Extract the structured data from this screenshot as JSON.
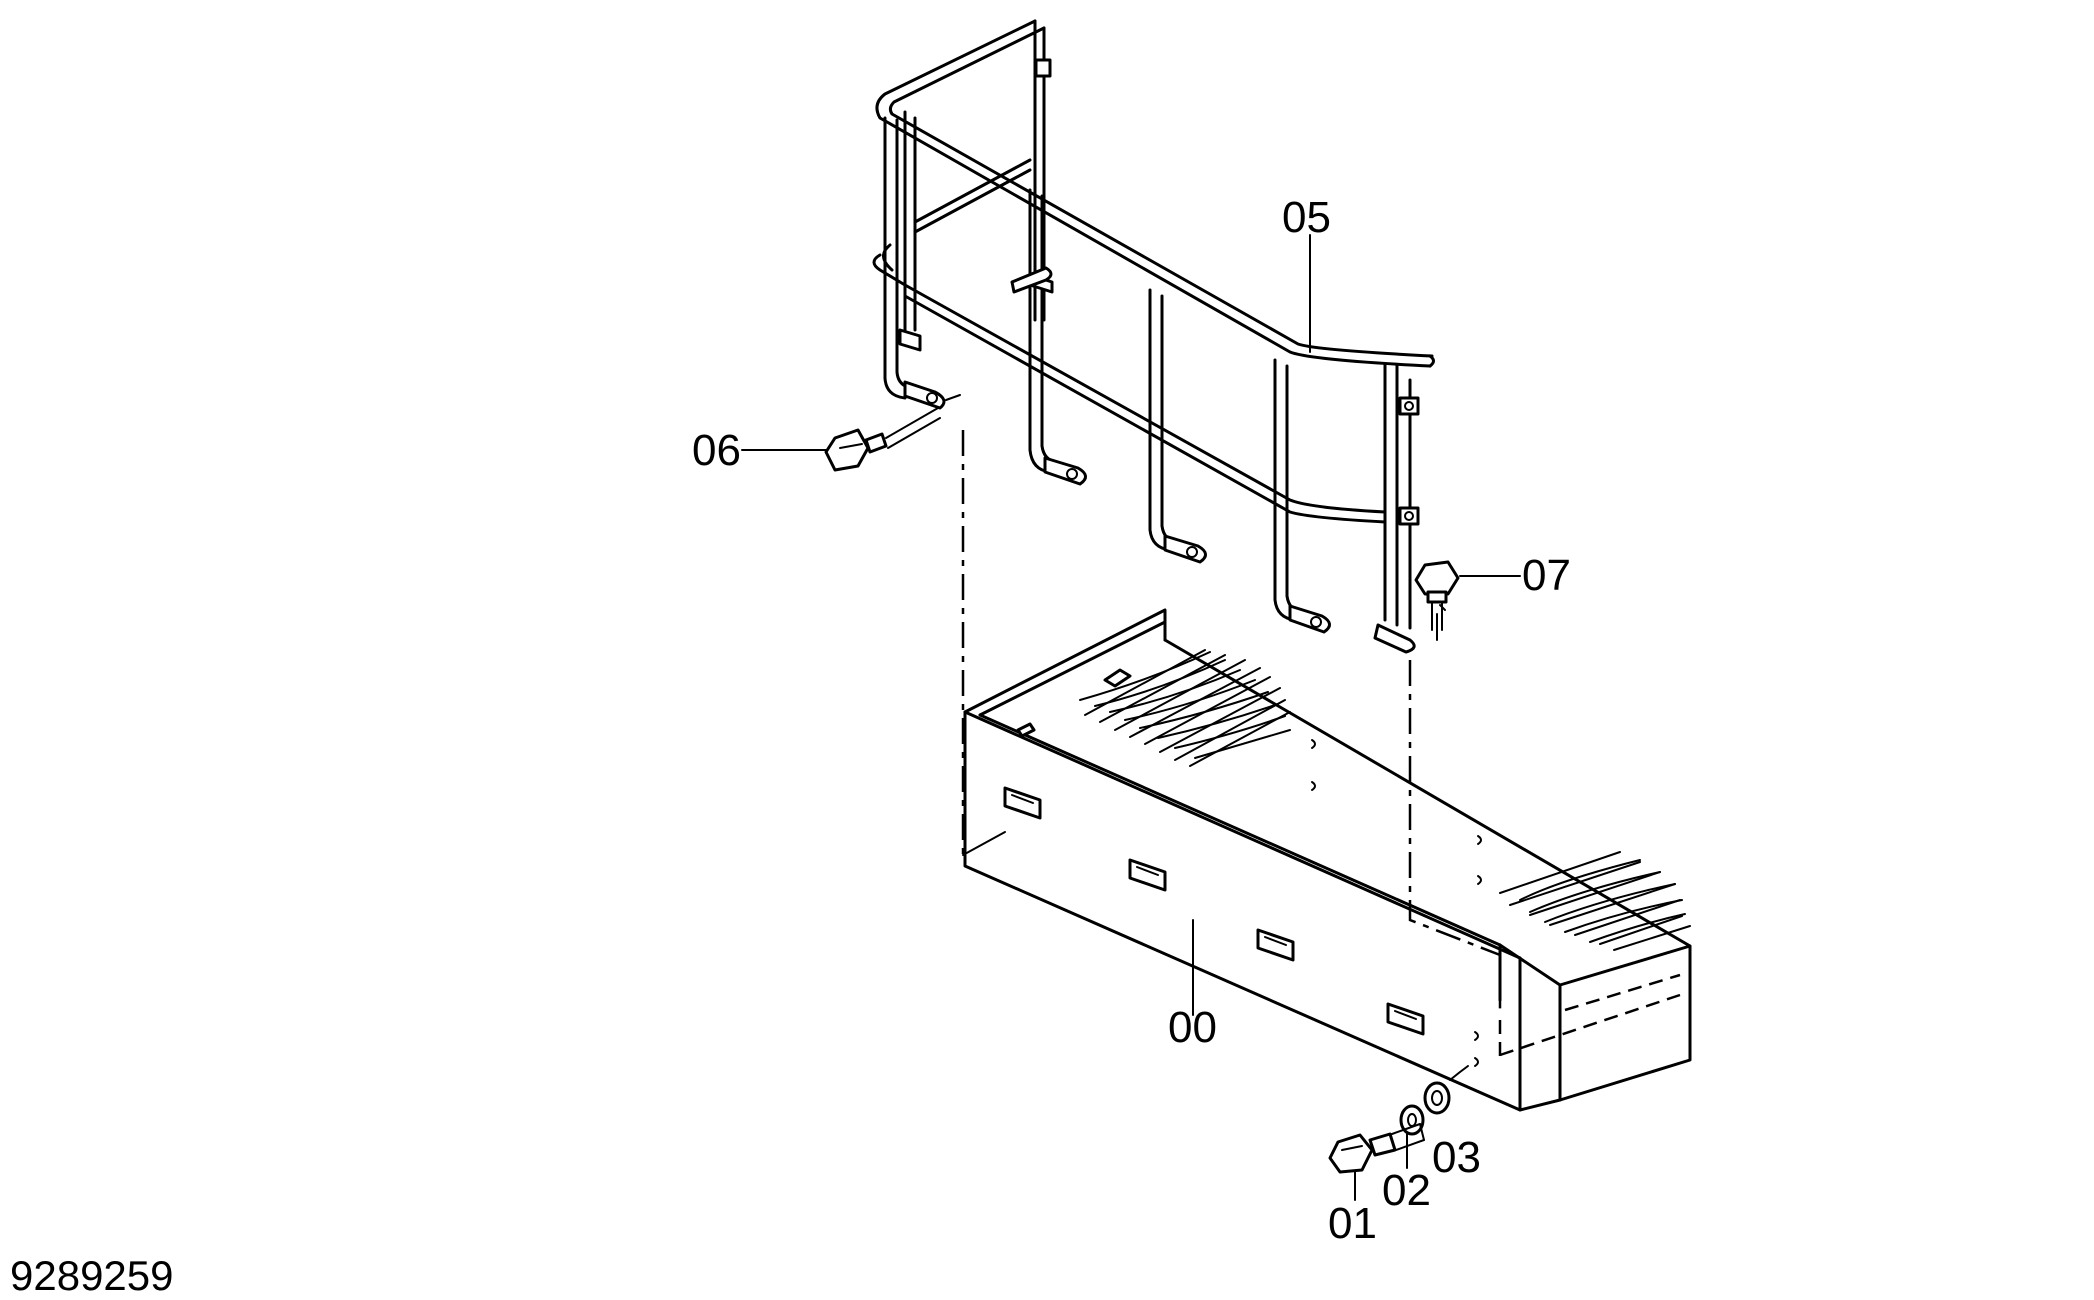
{
  "drawing": {
    "reference_number": "9289259",
    "callouts": {
      "p00": "00",
      "p01": "01",
      "p02": "02",
      "p03": "03",
      "p05": "05",
      "p06": "06",
      "p07": "07"
    }
  }
}
